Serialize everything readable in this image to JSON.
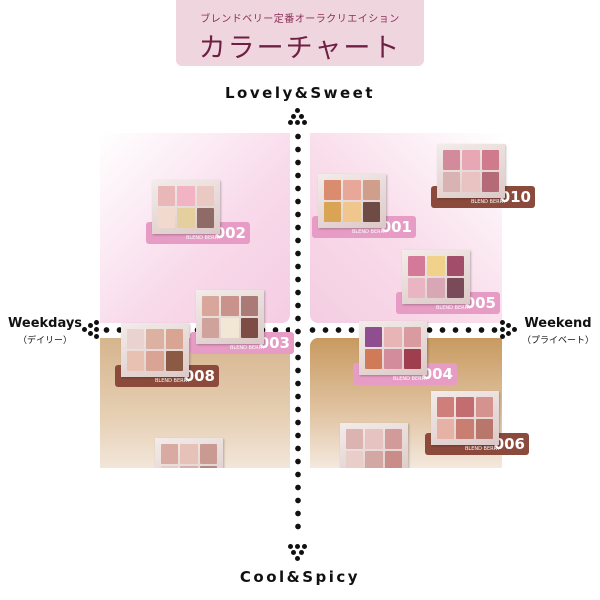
{
  "header": {
    "subtitle": "ブレンドベリー定番オーラクリエイション",
    "title": "カラーチャート",
    "color": "#efd6de"
  },
  "axes": {
    "top": "Lovely&Sweet",
    "bottom": "Cool&Spicy",
    "left": {
      "label": "Weekdays",
      "sub": "（デイリー）"
    },
    "right": {
      "label": "Weekend",
      "sub": "（プライベート）"
    }
  },
  "brand": "BLEND BERRY",
  "palettes": [
    {
      "id": "002",
      "tag": "#e69cc4",
      "swatches": [
        "#e9b7b7",
        "#f2b3c4",
        "#e9c9c1",
        "#f1d9cd",
        "#e6cf9f",
        "#8e6b66"
      ]
    },
    {
      "id": "001",
      "tag": "#e69cc4",
      "swatches": [
        "#d98d6e",
        "#e9a799",
        "#cf9f8b",
        "#d9a453",
        "#efc78c",
        "#6f4b45"
      ]
    },
    {
      "id": "010",
      "tag": "#8b4a3c",
      "swatches": [
        "#d38b9c",
        "#e8a7b5",
        "#cf7b8c",
        "#d9b3b3",
        "#e9c2c2",
        "#b46b77"
      ]
    },
    {
      "id": "005",
      "tag": "#e69cc4",
      "swatches": [
        "#d47a98",
        "#f0d28a",
        "#a24d6a",
        "#e9b5c3",
        "#d9a6b5",
        "#7a4a5a"
      ]
    },
    {
      "id": "003",
      "tag": "#e69cc4",
      "swatches": [
        "#d9a69c",
        "#c9938c",
        "#a97a76",
        "#cfa39b",
        "#f2e6d5",
        "#7d4c45"
      ]
    },
    {
      "id": "008",
      "tag": "#8b4a3c",
      "swatches": [
        "#e9d2cf",
        "#dcb1a1",
        "#d7a591",
        "#e9c1b3",
        "#d9a493",
        "#8b5a44"
      ]
    },
    {
      "id": "004",
      "tag": "#e69cc4",
      "swatches": [
        "#8f4e8f",
        "#e7b5b5",
        "#d99aa0",
        "#d07a57",
        "#d38c9c",
        "#9e3e4e"
      ]
    },
    {
      "id": "006",
      "tag": "#8b4a3c",
      "swatches": [
        "#cf7e7a",
        "#c46d70",
        "#d4938e",
        "#e7b2a6",
        "#c87f72",
        "#b9776b"
      ]
    }
  ],
  "partial_palettes": [
    {
      "swatches": [
        "#d9aaa2",
        "#e6c1b8",
        "#c99a92",
        "#e9cbc2",
        "#d7b1a9",
        "#b58880"
      ]
    },
    {
      "swatches": [
        "#dbb3b0",
        "#e6c3c0",
        "#d39a9a",
        "#e9cdc9",
        "#d3a7a3",
        "#c98c88"
      ]
    }
  ]
}
